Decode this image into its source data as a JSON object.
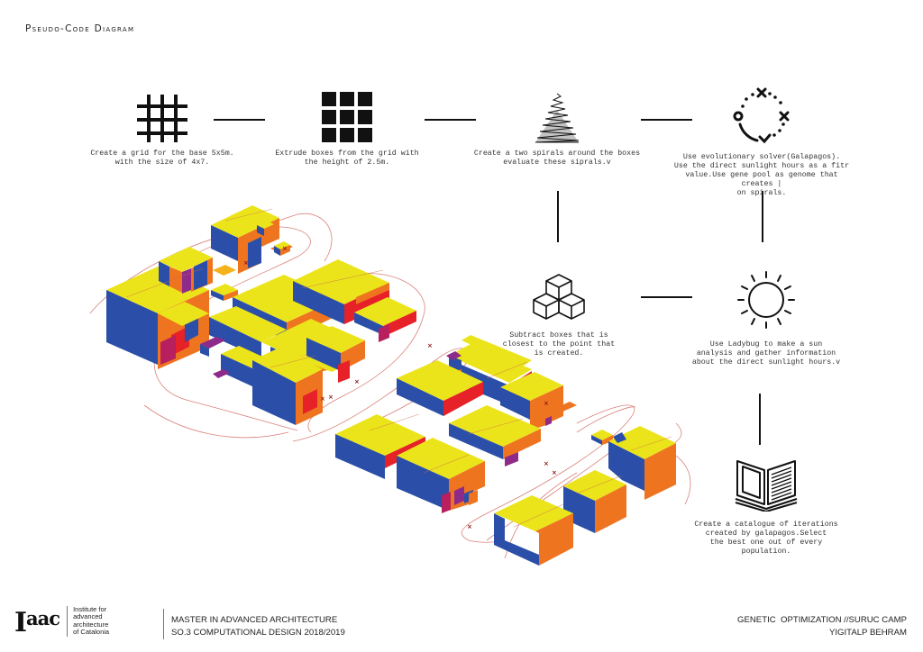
{
  "page": {
    "title": "Pseudo-Code Diagram"
  },
  "colors": {
    "yellow": "#ECE41A",
    "blue": "#2B4FA8",
    "orange": "#EE7420",
    "red": "#E62128",
    "purple": "#8E2A8A",
    "magenta": "#B81F5E",
    "spiral": "#D9827B",
    "marker": "#8B1A1A",
    "line": "#111111"
  },
  "steps": [
    {
      "id": "grid",
      "icon": "grid-hash-icon",
      "caption": "Create a grid for the base 5x5m.\nwith the size of 4x7."
    },
    {
      "id": "extrude",
      "icon": "nine-squares-icon",
      "caption": "Extrude boxes from the grid with\nthe height of 2.5m."
    },
    {
      "id": "spirals",
      "icon": "spiral-cone-icon",
      "caption": "Create a two spirals around the boxes\nevaluate these siprals.v"
    },
    {
      "id": "solver",
      "icon": "evolution-cycle-icon",
      "caption": "Use evolutionary solver(Galapagos).\nUse the direct sunlight hours as a fitr\nvalue.Use gene pool as genome that creates |\non spirals."
    },
    {
      "id": "subtract",
      "icon": "stacked-cubes-icon",
      "caption": "Subtract boxes that is\nclosest to the point that\nis created."
    },
    {
      "id": "ladybug",
      "icon": "sun-icon",
      "caption": "Use Ladybug to make a sun\nanalysis and gather information\nabout the direct sunlight hours.v"
    },
    {
      "id": "catalogue",
      "icon": "open-book-icon",
      "caption": "Create a catalogue of iterations\ncreated by galapagos.Select\nthe best one out of every\npopulation."
    }
  ],
  "footer": {
    "logo": {
      "main": "I",
      "sup": "aac"
    },
    "institute": [
      "Institute for",
      "advanced",
      "architecture",
      "of Catalonia"
    ],
    "course_line1": "MASTER IN ADVANCED ARCHITECTURE",
    "course_line2": "SO.3 COMPUTATIONAL DESIGN 2018/2019",
    "project_title": "GENETIC  OPTIMIZATION //SURUC CAMP",
    "author": "YIGITALP BEHRAM"
  }
}
